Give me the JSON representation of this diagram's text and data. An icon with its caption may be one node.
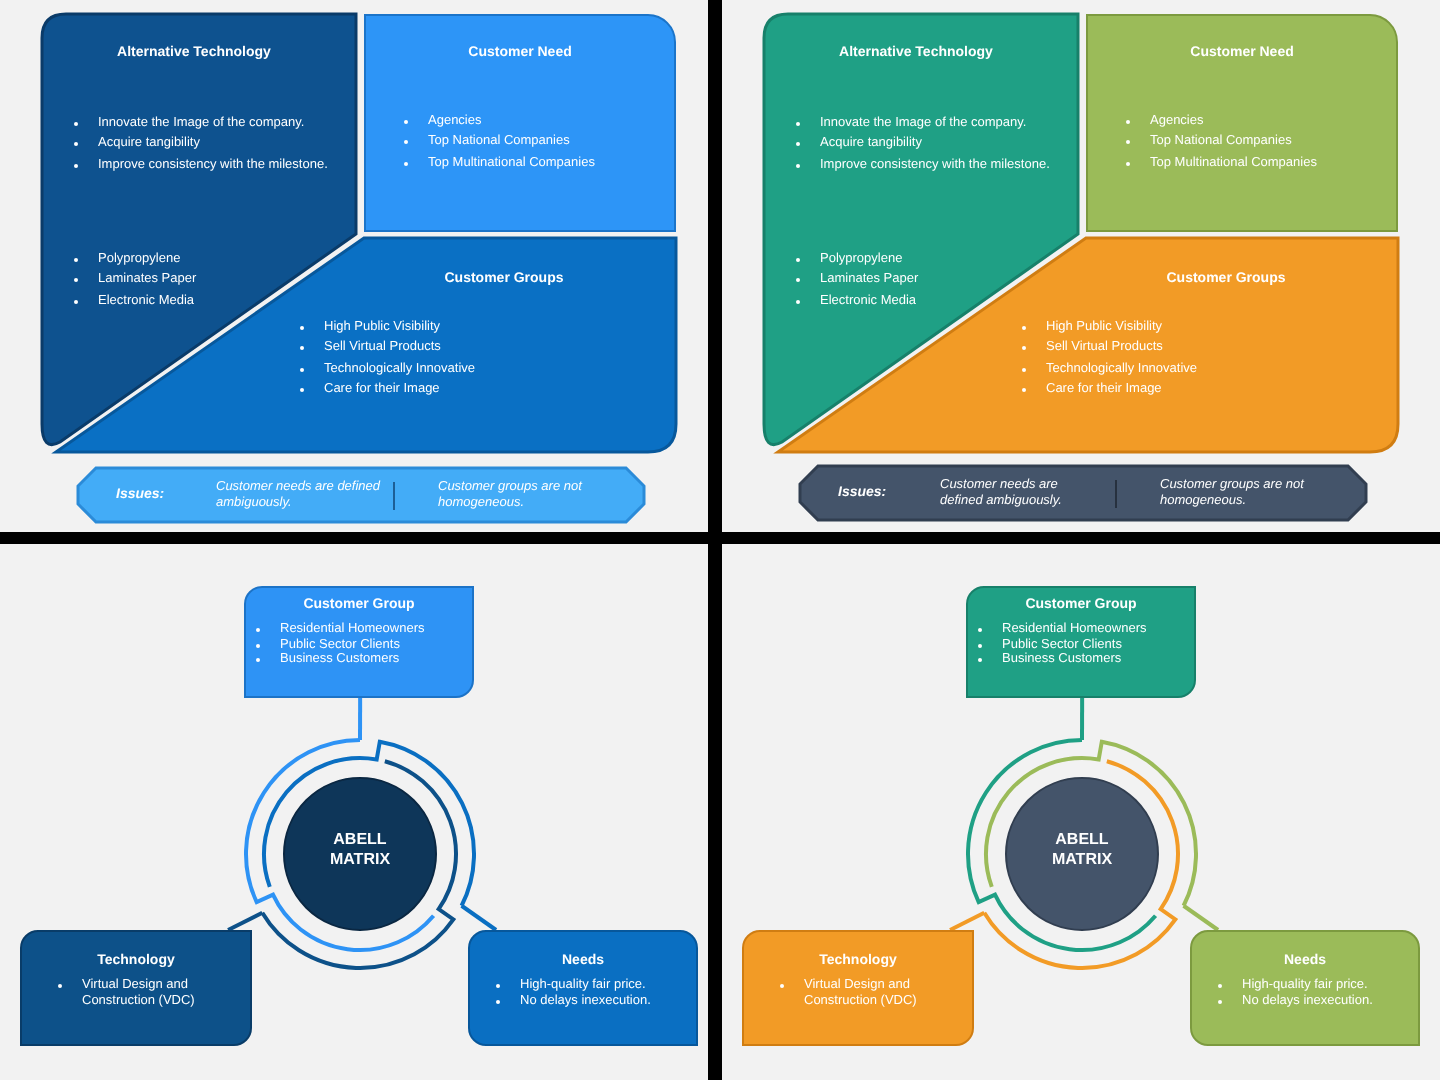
{
  "diagram": {
    "nodes": [
      {
        "text": [
          "Alternative Technology",
          "Innovate the Image of the company.",
          "Acquire tangibility",
          "Improve consistency with the milestone.",
          "Polypropylene",
          "Laminates Paper",
          "Electronic Media"
        ]
      },
      {
        "text": [
          "Customer Need",
          "Agencies",
          "Top National Companies",
          "Top Multinational Companies"
        ]
      },
      {
        "text": [
          "Customer Groups",
          "High Public Visibility",
          "Sell Virtual Products",
          "Technologically Innovative",
          "Care for their Image"
        ]
      },
      {
        "text": [
          "Issues:",
          "Customer needs are defined ambiguously.",
          "Customer groups are not homogeneous."
        ]
      },
      {
        "text": [
          "Alternative Technology",
          "Innovate the Image of the company.",
          "Acquire tangibility",
          "Improve consistency with the milestone.",
          "Polypropylene",
          "Laminates Paper",
          "Electronic Media"
        ]
      },
      {
        "text": [
          "Customer Need",
          "Agencies",
          "Top National Companies",
          "Top Multinational Companies"
        ]
      },
      {
        "text": [
          "Customer Groups",
          "High Public Visibility",
          "Sell Virtual Products",
          "Technologically Innovative",
          "Care for their Image"
        ]
      },
      {
        "text": [
          "Issues:",
          "Customer needs are defined ambiguously.",
          "Customer groups are not homogeneous."
        ]
      },
      {
        "text": [
          "Customer Group",
          "Residential Homeowners",
          "Public Sector Clients",
          "Business Customers"
        ]
      },
      {
        "text": [
          "ABELL MATRIX"
        ]
      },
      {
        "text": [
          "Technology",
          "Virtual Design and Construction (VDC)"
        ]
      },
      {
        "text": [
          "Needs",
          "High-quality fair price.",
          "No delays inexecution."
        ]
      },
      {
        "text": [
          "Customer Group",
          "Residential Homeowners",
          "Public Sector Clients",
          "Business Customers"
        ]
      },
      {
        "text": [
          "ABELL MATRIX"
        ]
      },
      {
        "text": [
          "Technology",
          "Virtual Design and Construction (VDC)"
        ]
      },
      {
        "text": [
          "Needs",
          "High-quality fair price.",
          "No delays inexecution."
        ]
      }
    ],
    "edges": [
      {
        "from": 8,
        "to": 9,
        "arrow": "none",
        "color": "#2e93f5"
      },
      {
        "from": 10,
        "to": 9,
        "arrow": "none",
        "color": "#0d5189"
      },
      {
        "from": 11,
        "to": 9,
        "arrow": "none",
        "color": "#0a6fc2"
      },
      {
        "from": 12,
        "to": 13,
        "arrow": "none",
        "color": "#1fa085"
      },
      {
        "from": 14,
        "to": 13,
        "arrow": "none",
        "color": "#f29b26"
      },
      {
        "from": 15,
        "to": 13,
        "arrow": "none",
        "color": "#9bbb59"
      }
    ]
  }
}
